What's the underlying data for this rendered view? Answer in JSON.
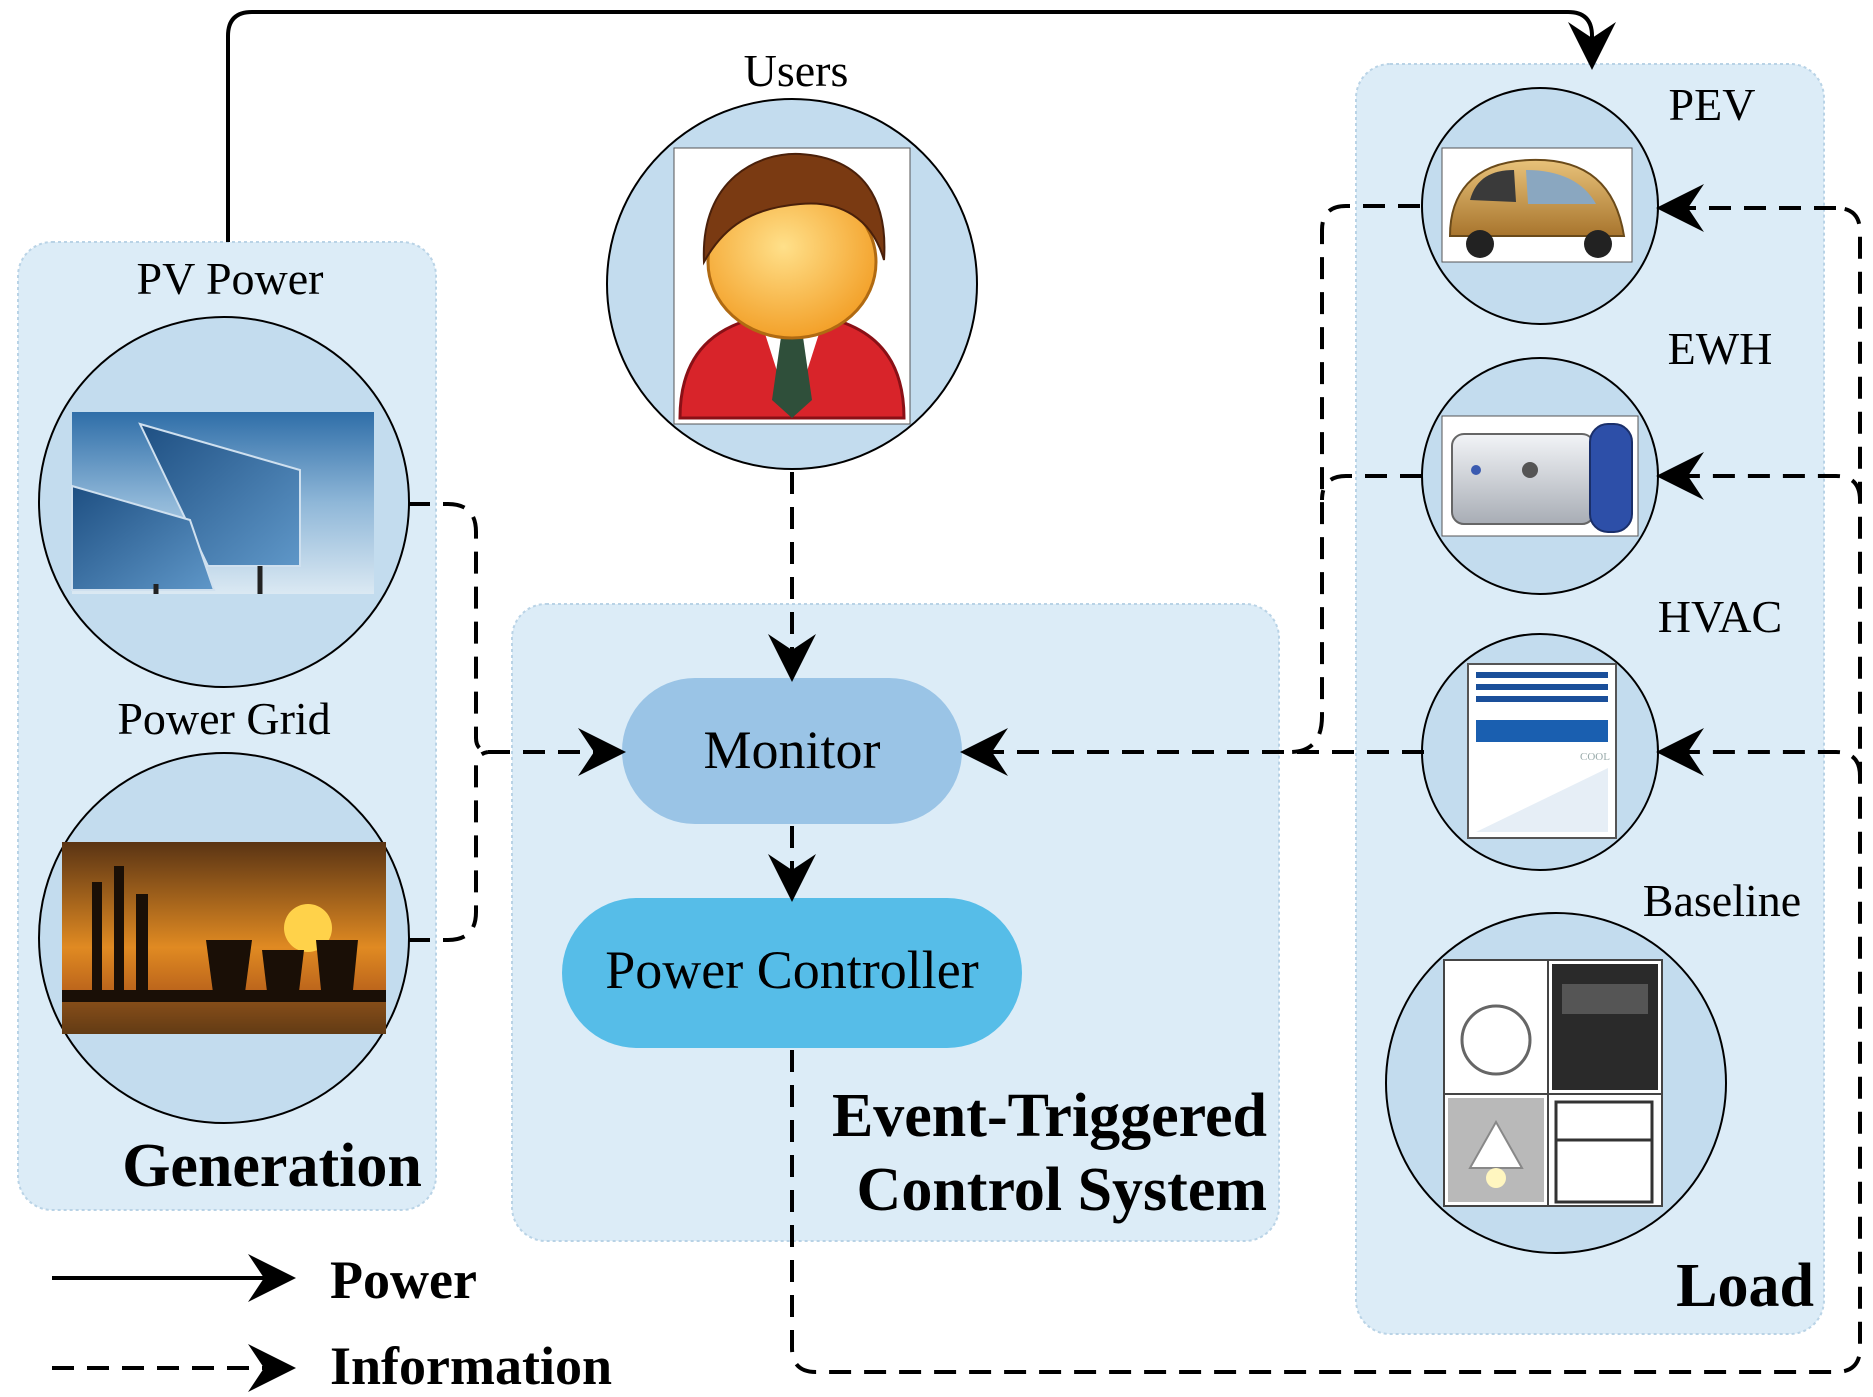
{
  "groups": {
    "generation": "Generation",
    "control_line1": "Event-Triggered",
    "control_line2": "Control System",
    "load": "Load"
  },
  "nodes": {
    "users": "Users",
    "pv_power": "PV Power",
    "power_grid": "Power Grid",
    "monitor": "Monitor",
    "power_controller": "Power Controller",
    "pev": "PEV",
    "ewh": "EWH",
    "hvac": "HVAC",
    "baseline": "Baseline"
  },
  "legend": {
    "power": "Power",
    "information": "Information"
  },
  "icon_text": {
    "hvac_mode": "COOL"
  },
  "colors": {
    "panel": "#dcecf7",
    "circle": "#c3dcee",
    "monitor": "#9ac4e6",
    "controller": "#56bde8"
  }
}
